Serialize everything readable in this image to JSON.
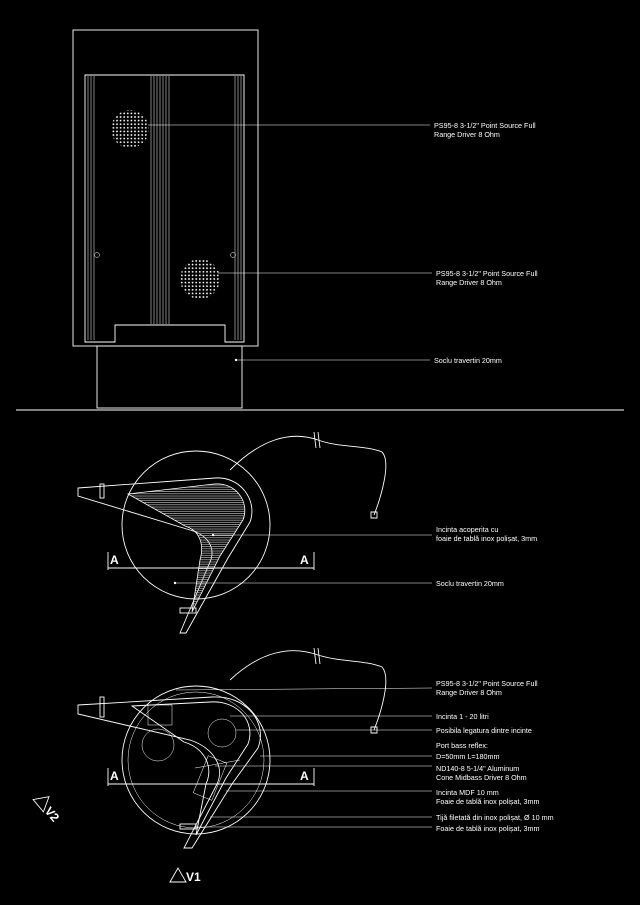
{
  "colors": {
    "background": "#000000",
    "line": "#ffffff",
    "hatch": "#bdbdbd"
  },
  "elevation": {
    "driver_top": [
      "PS95-8 3-1/2\" Point Source Full",
      "Range Driver 8 Ohm"
    ],
    "driver_bottom": [
      "PS95-8 3-1/2\" Point Source Full",
      "Range Driver 8 Ohm"
    ],
    "base": [
      "Soclu travertin 20mm"
    ]
  },
  "plan_top": {
    "enclosure": [
      "Incinta acoperita cu",
      "foaie de tablă inox polișat, 3mm"
    ],
    "base": [
      "Soclu travertin 20mm"
    ],
    "section_left": "A",
    "section_right": "A"
  },
  "plan_bottom": {
    "labels": [
      [
        "PS95-8 3-1/2\" Point Source Full",
        "Range Driver 8 Ohm"
      ],
      [
        "Incinta 1 - 20 litri"
      ],
      [
        "Posibila legatura dintre incinte"
      ],
      [
        "Port bass reflex:",
        "D=50mm L=180mm"
      ],
      [
        "ND140-8 5-1/4\" Aluminum",
        "Cone Midbass Driver 8 Ohm"
      ],
      [
        "Incinta MDF 10 mm",
        "Foaie de tablă inox polișat, 3mm"
      ],
      [
        "Tijă filetată din inox polișat, Ø 10 mm"
      ],
      [
        "Foaie de tablă inox polișat, 3mm"
      ]
    ],
    "section_left": "A",
    "section_right": "A"
  },
  "views": {
    "v1": "V1",
    "v2": "V2"
  }
}
